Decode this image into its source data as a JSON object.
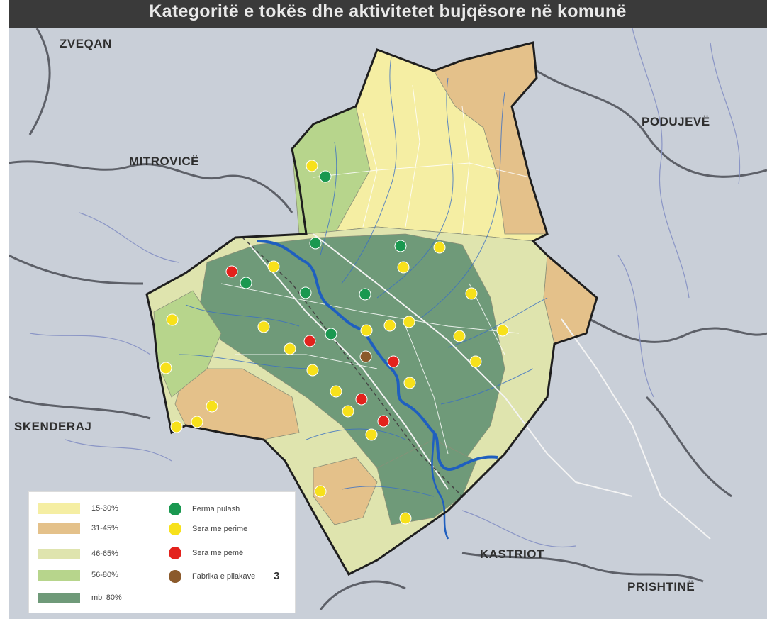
{
  "map": {
    "title": "Kategoritë e tokës dhe aktivitetet bujqësore në komunë",
    "places": {
      "zveqan": "ZVEQAN",
      "mitrovice": "MITROVICË",
      "podujeve": "PODUJEVË",
      "skenderaj": "SKENDERAJ",
      "kastriot": "KASTRIOT",
      "prishtine": "PRISHTINË"
    },
    "colors": {
      "background": "#c9cfd8",
      "land_15_30": "#f5eea3",
      "land_31_45": "#e4c18a",
      "land_46_65": "#dfe4ae",
      "land_56_80": "#b7d58c",
      "land_mbi_80": "#6f9a79",
      "river": "#1f5fbf",
      "poultry_farm": "#1a9850",
      "vegetable_greenhouse": "#f7e11b",
      "fruit_greenhouse": "#e3221c",
      "factory": "#8b5a2b"
    },
    "legend": {
      "land_classes": [
        {
          "label": "15-30%",
          "color": "#f5eea3"
        },
        {
          "label": "31-45%",
          "color": "#e4c18a"
        },
        {
          "label": "46-65%",
          "color": "#dfe4ae"
        },
        {
          "label": "56-80%",
          "color": "#b7d58c"
        },
        {
          "label": "mbi 80%",
          "color": "#6f9a79"
        }
      ],
      "activities": [
        {
          "label": "Ferma pulash",
          "color": "#1a9850"
        },
        {
          "label": "Sera me perime",
          "color": "#f7e11b"
        },
        {
          "label": "Sera me pemë",
          "color": "#e3221c"
        },
        {
          "label": "Fabrika e pllakave",
          "color": "#8b5a2b"
        }
      ],
      "figure_number": "3"
    }
  }
}
